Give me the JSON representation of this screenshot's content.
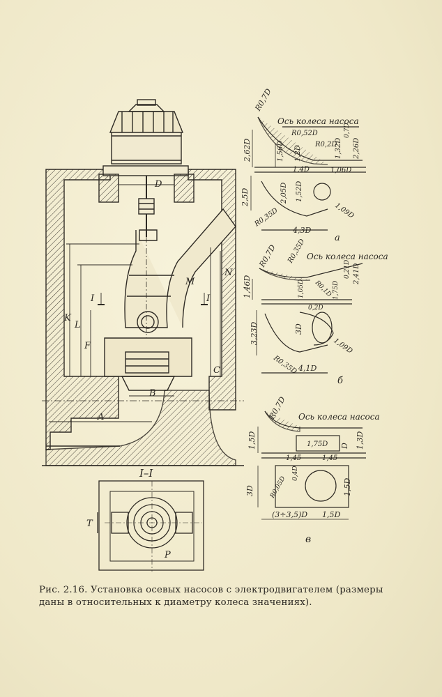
{
  "figure": {
    "main": {
      "labels": {
        "d": "D",
        "m": "M",
        "n": "N",
        "k": "K",
        "l": "L",
        "f": "F",
        "c": "C",
        "b": "B",
        "a": "A",
        "sec1": "I",
        "sec2": "I"
      },
      "section": {
        "title": "I–I",
        "t": "T",
        "p": "P"
      }
    },
    "detail_a": {
      "axis": "Ось колеса насоса",
      "r1": "R0,7D",
      "r2": "R0,52D",
      "r3": "R0,35D",
      "r4": "R0,2D",
      "d1": "2,62D",
      "d2": "1,56D",
      "d3": "1,2D",
      "d4": "1,32D",
      "d5": "2,26D",
      "d6": "0,7D",
      "d7": "1,4D",
      "d8": "1,06D",
      "d9": "2,5D",
      "d10": "2,05D",
      "d11": "1,52D",
      "d12": "1,09D",
      "d13": "4,3D",
      "letter": "а"
    },
    "detail_b": {
      "axis": "Ось колеса насоса",
      "r1": "R0,7D",
      "r2": "R0,35D",
      "r3": "R0,1D",
      "r4": "R0,35D",
      "d1": "1,46D",
      "d2": "1,05D",
      "d3": "0,2D",
      "d4": "1,75D",
      "d5": "0,21D",
      "d6": "2,41D",
      "d7": "3,23D",
      "d8": "3D",
      "d9": "1,09D",
      "d10": "4,1D",
      "letter": "б"
    },
    "detail_v": {
      "axis": "Ось колеса насоса",
      "r1": "R0,7D",
      "r2": "R0,05D",
      "d1": "1,5D",
      "d2": "1,75D",
      "d3": "1,3D",
      "d4": "D",
      "d5": "1,45",
      "d6": "1,45",
      "d7": "3D",
      "d8": "0,4D",
      "d9": "1,5D",
      "d10": "(3÷3,5)D",
      "d11": "1,5D",
      "letter": "в"
    }
  },
  "caption": "Рис. 2.16. Установка осевых насосов с электродвигателем (размеры даны в относительных к диаметру колеса значениях)."
}
